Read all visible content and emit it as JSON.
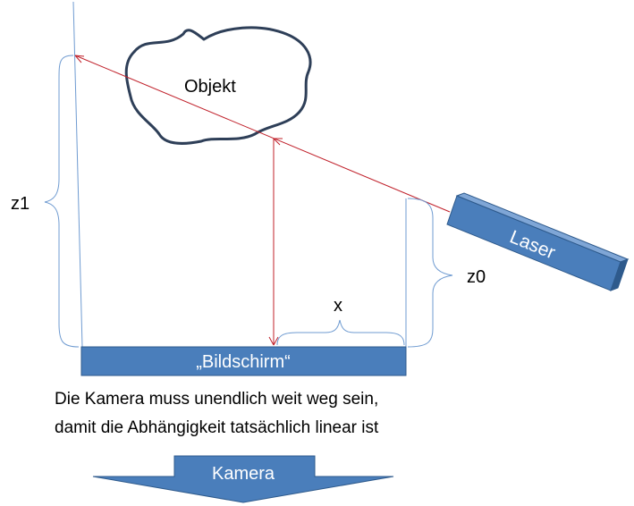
{
  "labels": {
    "object": "Objekt",
    "z1": "z1",
    "z0": "z0",
    "x": "x",
    "laser": "Laser",
    "screen": "„Bildschirm“",
    "camera": "Kamera"
  },
  "caption": {
    "line1": "Die Kamera muss unendlich weit weg sein,",
    "line2": "damit die Abhängigkeit tatsächlich linear ist"
  },
  "colors": {
    "beam": "#c0202a",
    "shape_fill": "#4a7ebb",
    "shape_edge": "#2e5a8c",
    "bracket": "#6f9bd1",
    "object_outline": "#2e3f58"
  }
}
